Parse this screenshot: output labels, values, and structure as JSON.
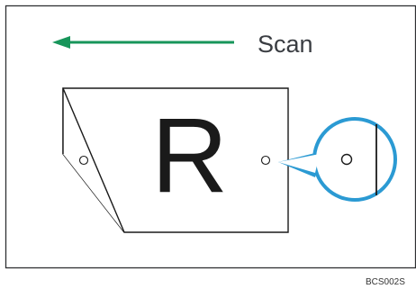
{
  "scan_label": "Scan",
  "sheet_letter": "R",
  "figure_code": "BCS002S",
  "colors": {
    "frame": "#2f3033",
    "arrow": "#17955a",
    "magnifier": "#2b9ad3",
    "outline": "#1a1a1a"
  },
  "icons": {
    "direction": "arrow-left-icon",
    "zoom": "magnifier-circle-icon",
    "holes": "punch-hole-icon"
  }
}
